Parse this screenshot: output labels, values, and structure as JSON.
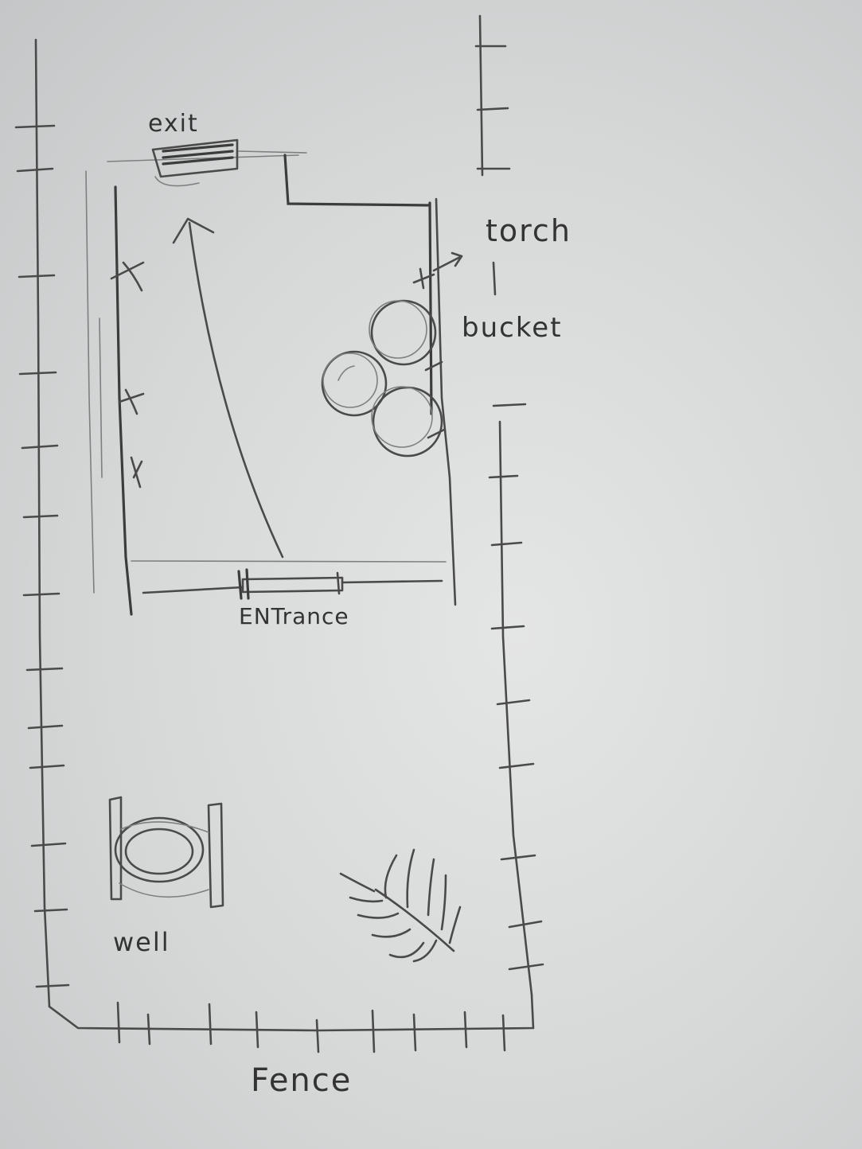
{
  "labels": {
    "exit": "exit",
    "torch": "torch",
    "bucket": "bucket",
    "entrance": "ENTrance",
    "well": "well",
    "fence": "Fence"
  },
  "colors": {
    "paper": "#dcdede",
    "pencil": "#4a4a4a"
  },
  "icons": {
    "plant": "fern-leaf-icon",
    "well": "well-icon",
    "bucket": "bucket-stack-icon",
    "torch": "torch-x-icon"
  }
}
